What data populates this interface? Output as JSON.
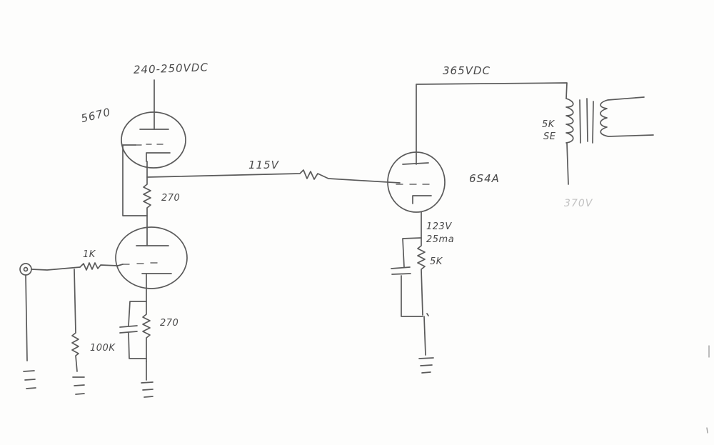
{
  "labels": {
    "supply_5670": "240-250VDC",
    "tube1": "5670",
    "r_plate_mid": "270",
    "r_grid": "1K",
    "r_grid_leak": "100K",
    "r_cathode": "270",
    "coupling_voltage": "115V",
    "supply_output": "365VDC",
    "tube2": "6S4A",
    "cathode_voltage": "123V",
    "cathode_current": "25ma",
    "r_cathode_out": "5K",
    "transformer_impedance": "5K",
    "transformer_type": "SE",
    "faint_note": "370V"
  }
}
